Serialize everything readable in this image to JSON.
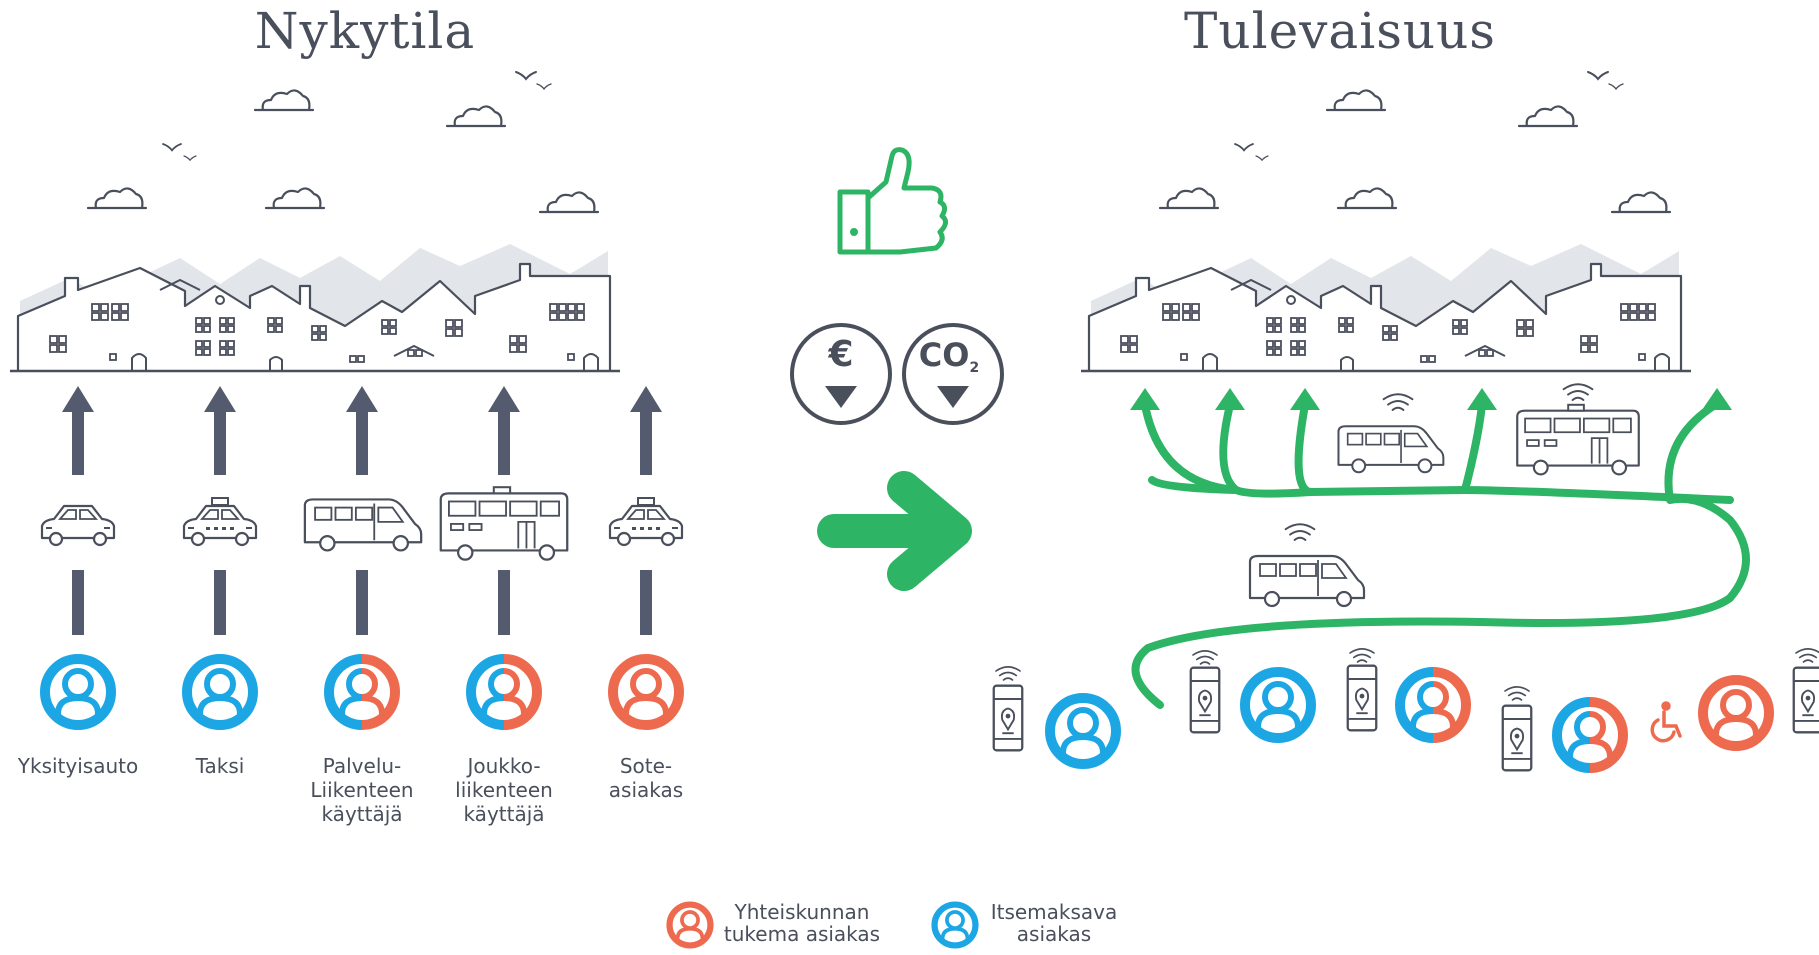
{
  "titles": {
    "current": "Nykytila",
    "future": "Tulevaisuus"
  },
  "current_users": [
    {
      "label": "Yksityisauto",
      "vehicle": "car",
      "customer": "self-paying"
    },
    {
      "label": "Taksi",
      "vehicle": "taxi",
      "customer": "self-paying"
    },
    {
      "label": "Palvelu-\nLiikenteen\nkäyttäjä",
      "vehicle": "van",
      "customer": "mixed"
    },
    {
      "label": "Joukko-\nliikenteen\nkäyttäjä",
      "vehicle": "bus",
      "customer": "mixed"
    },
    {
      "label": "Sote-\nasiakas",
      "vehicle": "taxi",
      "customer": "supported"
    }
  ],
  "badges": {
    "euro": "€",
    "co2": "CO",
    "co2_sub": "2"
  },
  "legend": {
    "supported": "Yhteiskunnan\ntukema asiakas",
    "self_paying": "Itsemaksava\nasiakas"
  },
  "colors": {
    "outline": "#4a4f5c",
    "blue": "#1ca6e4",
    "red": "#ee6a4f",
    "green": "#2db464",
    "arrow_dark": "#555b6e",
    "skyline_shadow": "#e2e5ea"
  },
  "icons": [
    "cloud-icon",
    "bird-icon",
    "thumbs-up-icon",
    "euro-down-icon",
    "co2-down-icon",
    "car-icon",
    "taxi-icon",
    "van-icon",
    "bus-icon",
    "phone-icon",
    "wheelchair-icon",
    "person-icon"
  ]
}
